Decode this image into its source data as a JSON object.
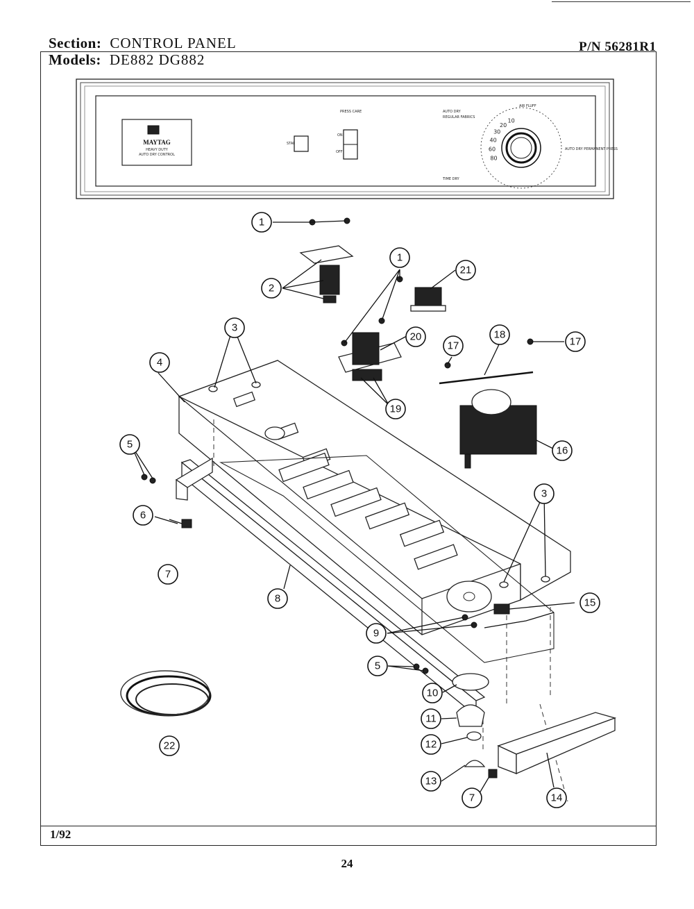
{
  "header": {
    "section_label": "Section:",
    "section_value": "CONTROL PANEL",
    "models_label": "Models:",
    "models_value": "DE882  DG882",
    "part_number": "P/N 56281R1"
  },
  "panel_graphics": {
    "brand": "MAYTAG",
    "brand_sub1": "HEAVY DUTY",
    "brand_sub2": "AUTO DRY CONTROL",
    "start_label": "START",
    "press_care_label": "PRESS CARE",
    "on_label": "ON",
    "off_label": "OFF",
    "auto_dry_label": "AUTO DRY",
    "regular_fabrics_label": "REGULAR FABRICS",
    "time_dry_label": "TIME DRY",
    "air_fluff_label": "AIR FLUFF",
    "permanent_press_label": "AUTO DRY PERMANENT PRESS",
    "dial_marks": [
      "80",
      "60",
      "40",
      "30",
      "20",
      "10"
    ]
  },
  "callouts": [
    {
      "id": "c1a",
      "label": "1"
    },
    {
      "id": "c1b",
      "label": "1"
    },
    {
      "id": "c2",
      "label": "2"
    },
    {
      "id": "c3a",
      "label": "3"
    },
    {
      "id": "c3b",
      "label": "3"
    },
    {
      "id": "c4",
      "label": "4"
    },
    {
      "id": "c5a",
      "label": "5"
    },
    {
      "id": "c5b",
      "label": "5"
    },
    {
      "id": "c6",
      "label": "6"
    },
    {
      "id": "c7a",
      "label": "7"
    },
    {
      "id": "c7b",
      "label": "7"
    },
    {
      "id": "c8",
      "label": "8"
    },
    {
      "id": "c9",
      "label": "9"
    },
    {
      "id": "c10",
      "label": "10"
    },
    {
      "id": "c11",
      "label": "11"
    },
    {
      "id": "c12",
      "label": "12"
    },
    {
      "id": "c13",
      "label": "13"
    },
    {
      "id": "c14",
      "label": "14"
    },
    {
      "id": "c15",
      "label": "15"
    },
    {
      "id": "c16",
      "label": "16"
    },
    {
      "id": "c17a",
      "label": "17"
    },
    {
      "id": "c17b",
      "label": "17"
    },
    {
      "id": "c18",
      "label": "18"
    },
    {
      "id": "c19",
      "label": "19"
    },
    {
      "id": "c20",
      "label": "20"
    },
    {
      "id": "c21",
      "label": "21"
    },
    {
      "id": "c22",
      "label": "22"
    }
  ],
  "footer": {
    "date": "1/92",
    "page_number": "24"
  }
}
